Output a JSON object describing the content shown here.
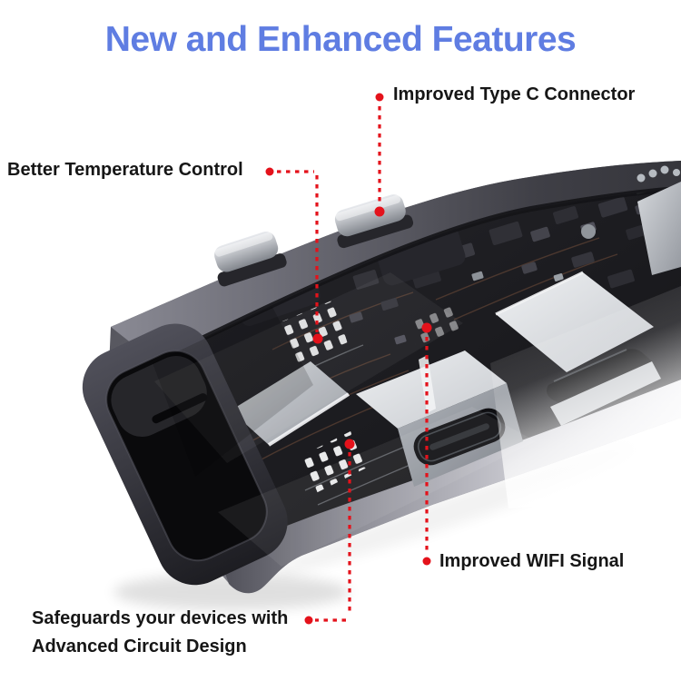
{
  "title": {
    "text": "New and Enhanced Features"
  },
  "annotations": {
    "type_c": {
      "label": "Improved Type C Connector"
    },
    "temperature": {
      "label": "Better Temperature Control"
    },
    "wifi": {
      "label": "Improved WIFI Signal"
    },
    "circuit": {
      "line1": "Safeguards your devices with",
      "line2": "Advanced Circuit Design"
    }
  },
  "device": {
    "description": "3D cutaway render of an aluminum USB-C hub",
    "visible_parts": [
      "dual-usb-c-plugs",
      "circuit-board",
      "usb-c-port",
      "hdmi-port",
      "metal-shield",
      "end-cap-port-opening"
    ]
  },
  "colors": {
    "accent_red": "#e4121b",
    "title_blue": "#5f7de2",
    "text_dark": "#161616"
  }
}
